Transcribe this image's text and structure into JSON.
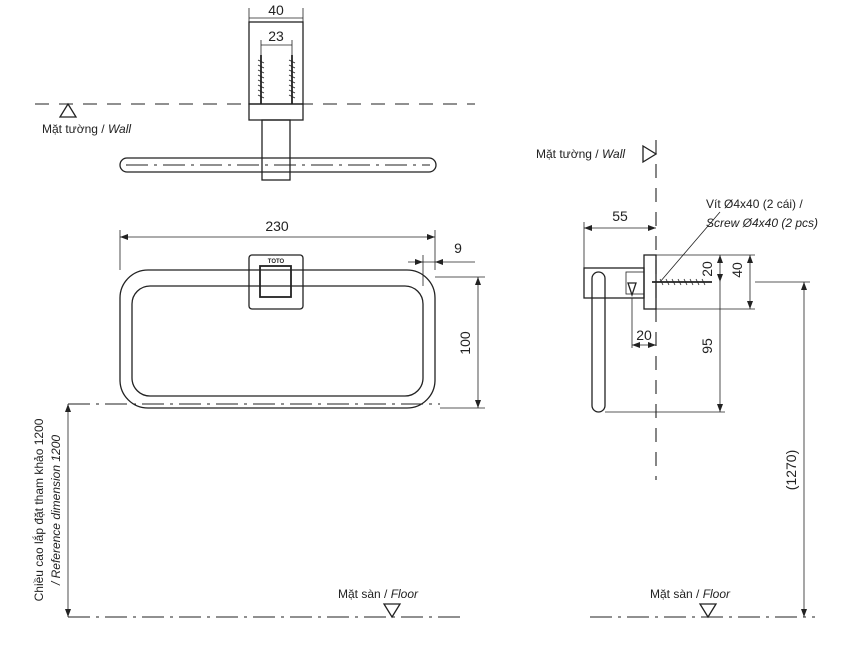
{
  "dimensions": {
    "bracket_width": "40",
    "screw_spacing": "23",
    "ring_width": "230",
    "bracket_offset": "9",
    "ring_height": "100",
    "projection": "55",
    "screw_depth": "20",
    "plate_height": "40",
    "plate_half": "20",
    "center_drop": "95",
    "floor_height": "(1270)"
  },
  "labels": {
    "wall_vi": "Mặt tường / ",
    "wall_en": "Wall",
    "floor_vi": "Mặt sàn / ",
    "floor_en": "Floor",
    "screw_vi": "Vít Ø4x40 (2 cái) /",
    "screw_en": "Screw Ø4x40 (2 pcs)",
    "install_height_vi": "Chiều cao lắp đặt tham khảo 1200",
    "install_height_en": "/ Reference dimension 1200",
    "brand": "TOTO"
  }
}
